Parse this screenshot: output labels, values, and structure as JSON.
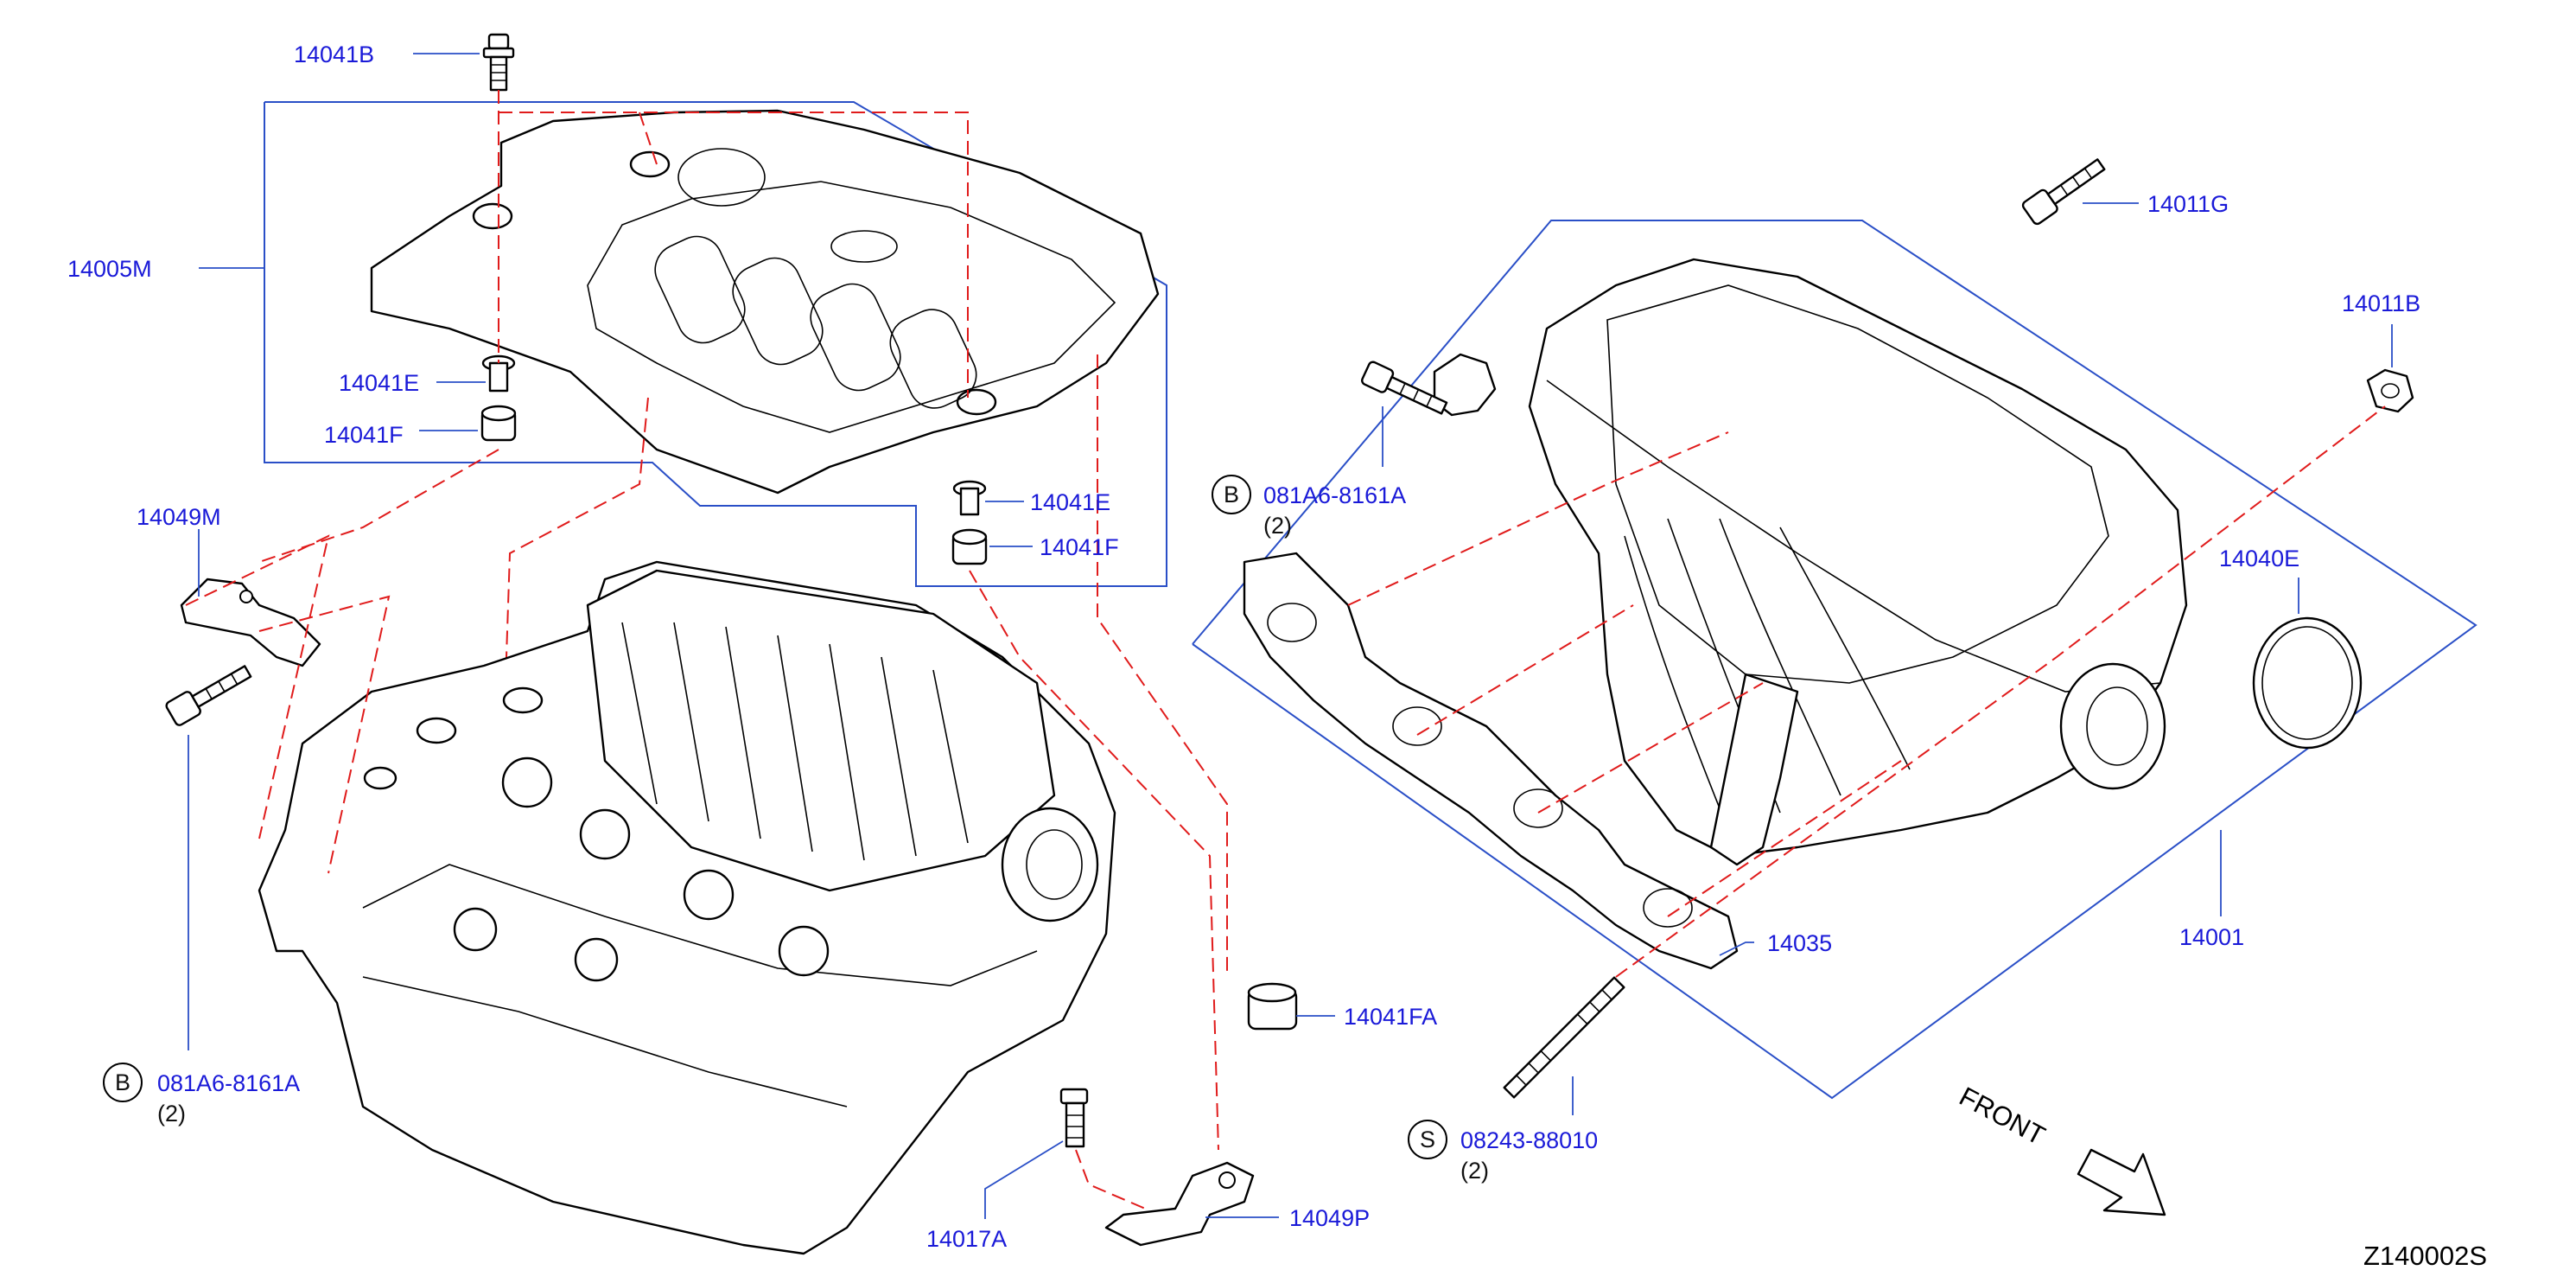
{
  "labels": {
    "l_14041B": "14041B",
    "l_14005M": "14005M",
    "l_14041E_a": "14041E",
    "l_14041F_a": "14041F",
    "l_14041E_b": "14041E",
    "l_14041F_b": "14041F",
    "l_14049M": "14049M",
    "l_081A6_left": "081A6-8161A",
    "l_qty_left": "(2)",
    "l_14017A": "14017A",
    "l_14049P": "14049P",
    "l_14041FA": "14041FA",
    "l_14011G": "14011G",
    "l_14011B": "14011B",
    "l_081A6_right": "081A6-8161A",
    "l_qty_right": "(2)",
    "l_14040E": "14040E",
    "l_14035": "14035",
    "l_14001": "14001",
    "l_08243": "08243-88010",
    "l_qty_stud": "(2)"
  },
  "callouts": {
    "b_left": "B",
    "b_right": "B",
    "s_stud": "S"
  },
  "front_label": "FRONT",
  "diagram_code": "Z140002S",
  "colors": {
    "label_blue": "#1a1ad8",
    "leader_blue": "#2a4fc7",
    "dashed_red": "#e01b1b",
    "ink": "#000000"
  }
}
